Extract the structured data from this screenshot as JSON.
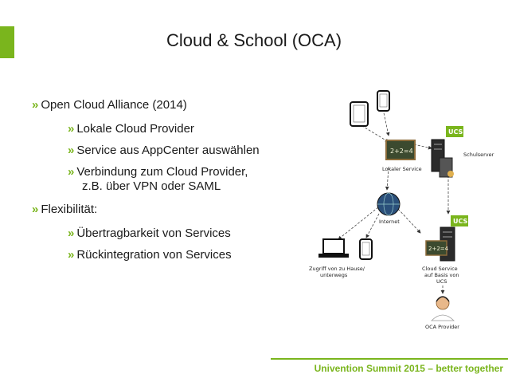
{
  "slide": {
    "title": "Cloud & School (OCA)",
    "accent_color": "#7ab51d",
    "footer": "Univention Summit 2015 – better together"
  },
  "bullets": {
    "b1": "Open Cloud Alliance (2014)",
    "b1_1": "Lokale Cloud Provider",
    "b1_2": "Service aus AppCenter auswählen",
    "b1_3a": "Verbindung zum Cloud Provider,",
    "b1_3b": "z.B. über VPN oder SAML",
    "b2": "Flexibilität:",
    "b2_1": "Übertragbarkeit von Services",
    "b2_2": "Rückintegration von Services"
  },
  "diagram": {
    "lokaler_service": "Lokaler Service",
    "schulserver": "Schulserver",
    "ucs_badge": "UCS",
    "internet": "Internet",
    "zugriff_1": "Zugriff von zu Hause/",
    "zugriff_2": "unterwegs",
    "cloud_1": "Cloud Service",
    "cloud_2": "auf Basis von",
    "cloud_3": "UCS",
    "oca_provider": "OCA Provider",
    "board_text": "2+2=4"
  }
}
